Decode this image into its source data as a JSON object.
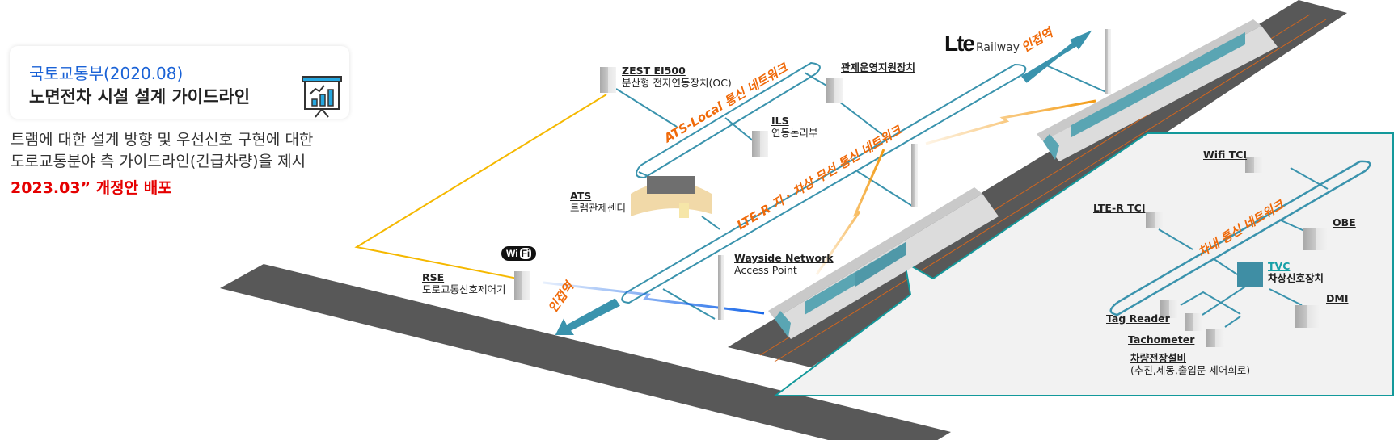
{
  "card": {
    "source": "국토교통부(2020.08)",
    "title": "노면전차 시설 설계 가이드라인",
    "icon": "presentation-chart-icon"
  },
  "description": {
    "line1": "트램에 대한 설계 방향 및 우선신호 구현에 대한",
    "line2": "도로교통분야 측 가이드라인(긴급차량)을 제시"
  },
  "revision": "2023.03” 개정안 배포",
  "diagram": {
    "networks": {
      "ats_local": "ATS-Local 통신 네트워크",
      "lte_r": "LTE-R 지 · 차상 무선 통신 네트워크",
      "onboard": "차내 통신 네트워크"
    },
    "adjacent_station": "인접역",
    "logos": {
      "lte": "Lte",
      "railway": "Railway",
      "wifi_a": "Wi",
      "wifi_b": "Fi"
    },
    "wayside": [
      {
        "id": "zest",
        "title": "ZEST EI500",
        "subtitle": "분산형 전자연동장치(OC)"
      },
      {
        "id": "control-support",
        "title": "관제운영지원장치",
        "subtitle": ""
      },
      {
        "id": "ils",
        "title": "ILS",
        "subtitle": "연동논리부"
      },
      {
        "id": "ats",
        "title": "ATS",
        "subtitle": "트램관제센터"
      },
      {
        "id": "wayside-ap",
        "title": "Wayside Network",
        "subtitle": "Access Point"
      },
      {
        "id": "rse",
        "title": "RSE",
        "subtitle": "도로교통신호제어기"
      }
    ],
    "onboard": [
      {
        "id": "wifi-tci",
        "title": "Wifi TCI"
      },
      {
        "id": "lte-r-tci",
        "title": "LTE-R TCI"
      },
      {
        "id": "obe",
        "title": "OBE"
      },
      {
        "id": "tvc",
        "title": "TVC",
        "subtitle": "차상신호장치"
      },
      {
        "id": "dmi",
        "title": "DMI"
      },
      {
        "id": "tag-reader",
        "title": "Tag Reader"
      },
      {
        "id": "tachometer",
        "title": "Tachometer"
      },
      {
        "id": "vehicle-equipment",
        "title": "차량전장설비",
        "subtitle": "(추진,제동,출입문 제어회로)"
      }
    ],
    "colors": {
      "network_line": "#3a93ad",
      "orange_label": "#f06a0a",
      "yellow_link": "#f5b800",
      "radio_bolt": "#f39a12",
      "wifi_bolt": "#1565e8",
      "panel_border": "#13999b",
      "road": "#585858"
    }
  }
}
